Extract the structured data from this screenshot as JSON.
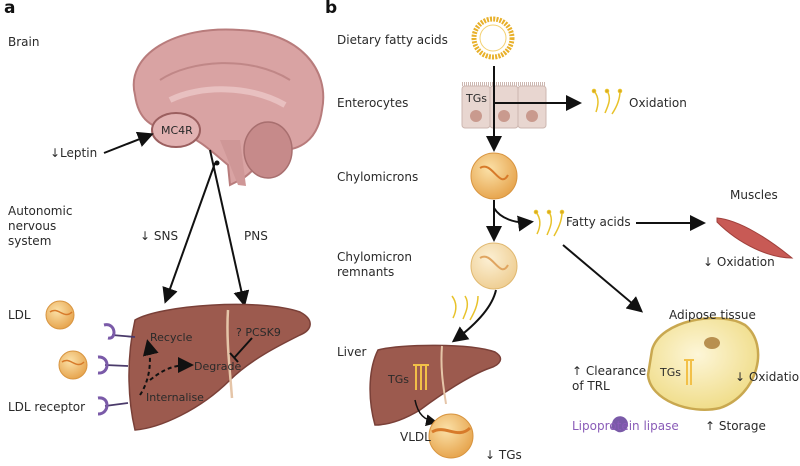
{
  "panel_a": {
    "letter": "a",
    "labels": {
      "brain": "Brain",
      "mc4r": "MC4R",
      "leptin": "↓Leptin",
      "ans_line1": "Autonomic",
      "ans_line2": "nervous",
      "ans_line3": "system",
      "sns": "↓ SNS",
      "pns": "PNS",
      "ldl": "LDL",
      "ldl_receptor": "LDL receptor",
      "recycle": "Recycle",
      "degrade": "Degrade",
      "internalise": "Internalise",
      "pcsk9": "? PCSK9"
    }
  },
  "panel_b": {
    "letter": "b",
    "labels": {
      "dietary_fatty_acids": "Dietary fatty acids",
      "enterocytes": "Enterocytes",
      "tgs_enterocyte": "TGs",
      "oxidation_top": "Oxidation",
      "chylomicrons": "Chylomicrons",
      "fatty_acids": "Fatty acids",
      "muscles": "Muscles",
      "muscle_oxidation": "↓ Oxidation",
      "remnants_line1": "Chylomicron",
      "remnants_line2": "remnants",
      "liver": "Liver",
      "tgs_liver": "TGs",
      "vldl": "VLDL",
      "vldl_tgs": "↓ TGs",
      "adipose": "Adipose tissue",
      "tgs_adipose": "TGs",
      "clearance_line1": "↑ Clearance",
      "clearance_line2": "of TRL",
      "adipose_oxidation": "↓ Oxidation",
      "lipoprotein_lipase": "Lipoprotein lipase",
      "storage": "↑ Storage"
    }
  },
  "colors": {
    "brain": "#d9a3a3",
    "liver": "#9c5a4e",
    "lipoprotein": "#f0c070",
    "receptor": "#7a5aa8",
    "muscle": "#c85a55",
    "adipose": "#f6e7a6",
    "enterocyte": "#e8d6d0",
    "lipase_text": "#8a5cb8"
  }
}
